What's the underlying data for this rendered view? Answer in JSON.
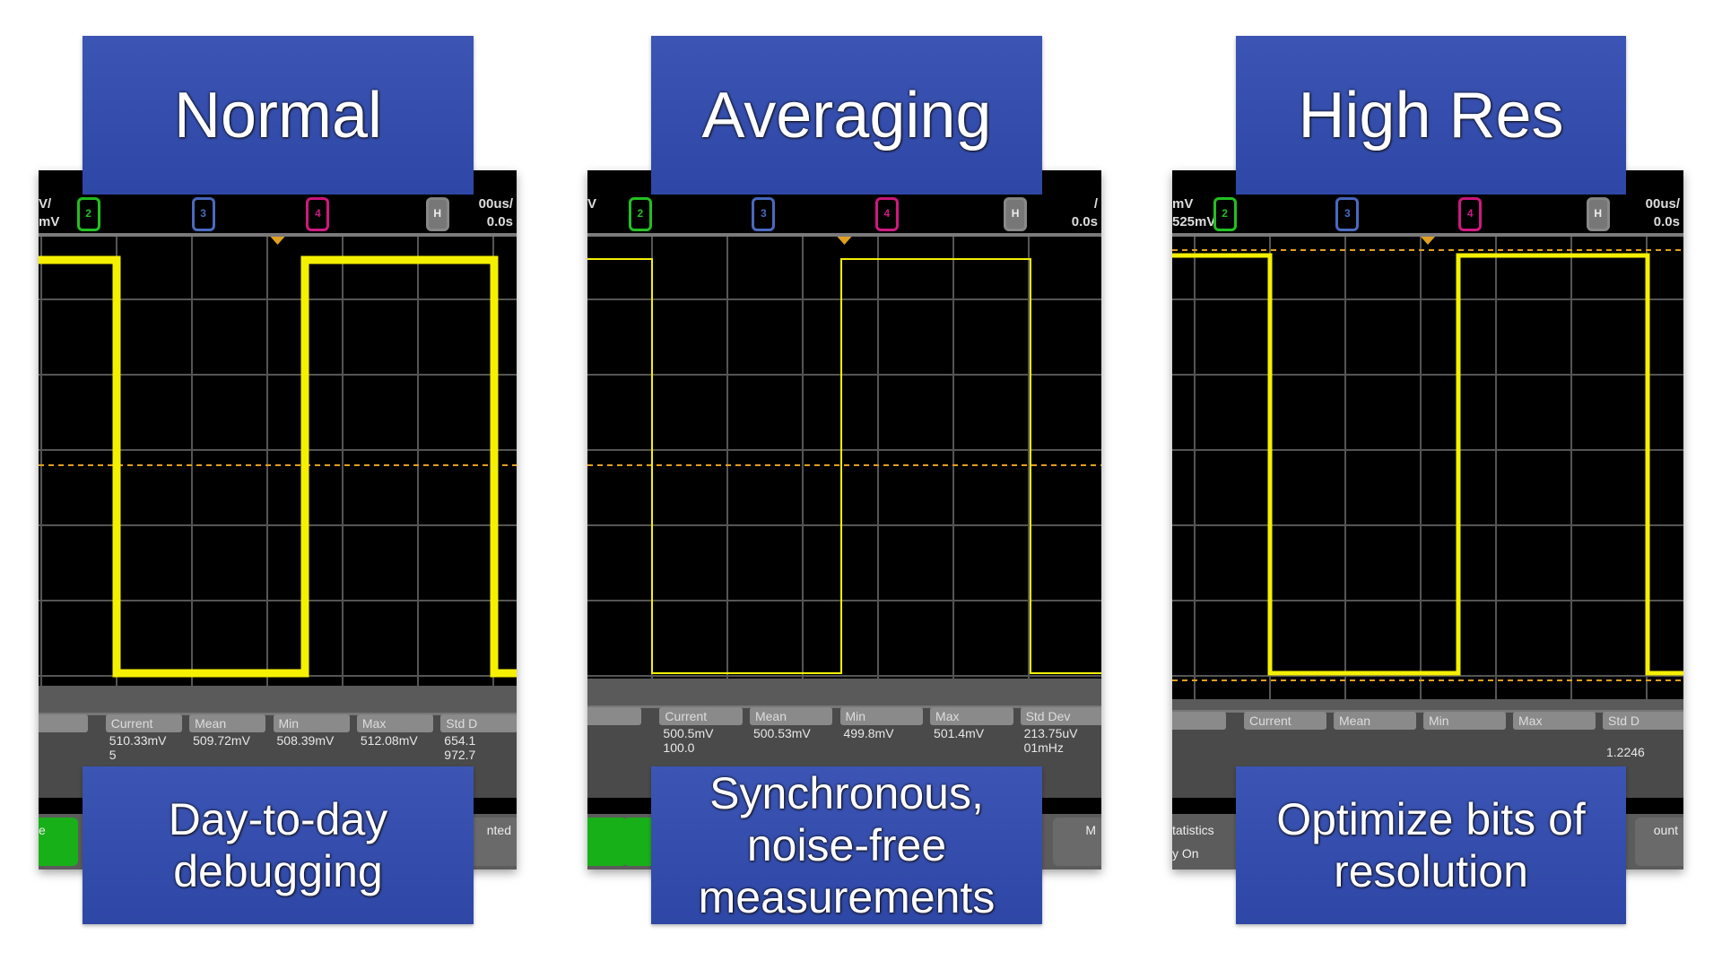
{
  "colors": {
    "trace": "#f5f000",
    "grid": "#555555",
    "trigger": "#e0a020",
    "ch2": "#22c022",
    "ch3": "#4a6ac0",
    "ch4": "#d01880",
    "h": "#888888",
    "label_bg": "#3148a8"
  },
  "panels": [
    {
      "title": "Normal",
      "caption": "Day-to-day debugging",
      "scale_left": [
        "V/",
        "mV"
      ],
      "scale_right": [
        "00us/",
        "0.0s"
      ],
      "channels": [
        "2",
        "3",
        "4",
        "H"
      ],
      "headers": [
        "",
        "Current",
        "Mean",
        "Min",
        "Max",
        "Std D"
      ],
      "values_row1": [
        "",
        "510.33mV",
        "509.72mV",
        "508.39mV",
        "512.08mV",
        "654.1"
      ],
      "values_row2": [
        "",
        "5",
        "",
        "",
        "",
        "972.7"
      ],
      "buttons": [
        "e",
        "nted"
      ],
      "trace_noise": "high"
    },
    {
      "title": "Averaging",
      "caption": "Synchronous, noise-free measurements",
      "scale_left": [
        "",
        "V"
      ],
      "scale_right": [
        "/",
        "0.0s"
      ],
      "channels": [
        "2",
        "3",
        "4",
        "H"
      ],
      "headers": [
        "",
        "Current",
        "Mean",
        "Min",
        "Max",
        "Std Dev"
      ],
      "values_row1": [
        "",
        "500.5mV",
        "500.53mV",
        "499.8mV",
        "501.4mV",
        "213.75uV"
      ],
      "values_row2": [
        "",
        "100.0",
        "",
        "",
        "",
        "01mHz"
      ],
      "buttons": [
        "",
        "M"
      ],
      "trace_noise": "none"
    },
    {
      "title": "High Res",
      "caption": "Optimize bits of resolution",
      "scale_left": [
        "mV",
        "525mV"
      ],
      "scale_right": [
        "00us/",
        "0.0s"
      ],
      "channels": [
        "2",
        "3",
        "4",
        "H"
      ],
      "headers": [
        "",
        "Current",
        "Mean",
        "Min",
        "Max",
        "Std D"
      ],
      "values_row1": [
        "",
        "",
        "",
        "",
        "",
        ""
      ],
      "values_row2": [
        "",
        "",
        "",
        "",
        "",
        "1.2246"
      ],
      "buttons": [
        "tatistics",
        "y On",
        "ount"
      ],
      "trace_noise": "low"
    }
  ]
}
